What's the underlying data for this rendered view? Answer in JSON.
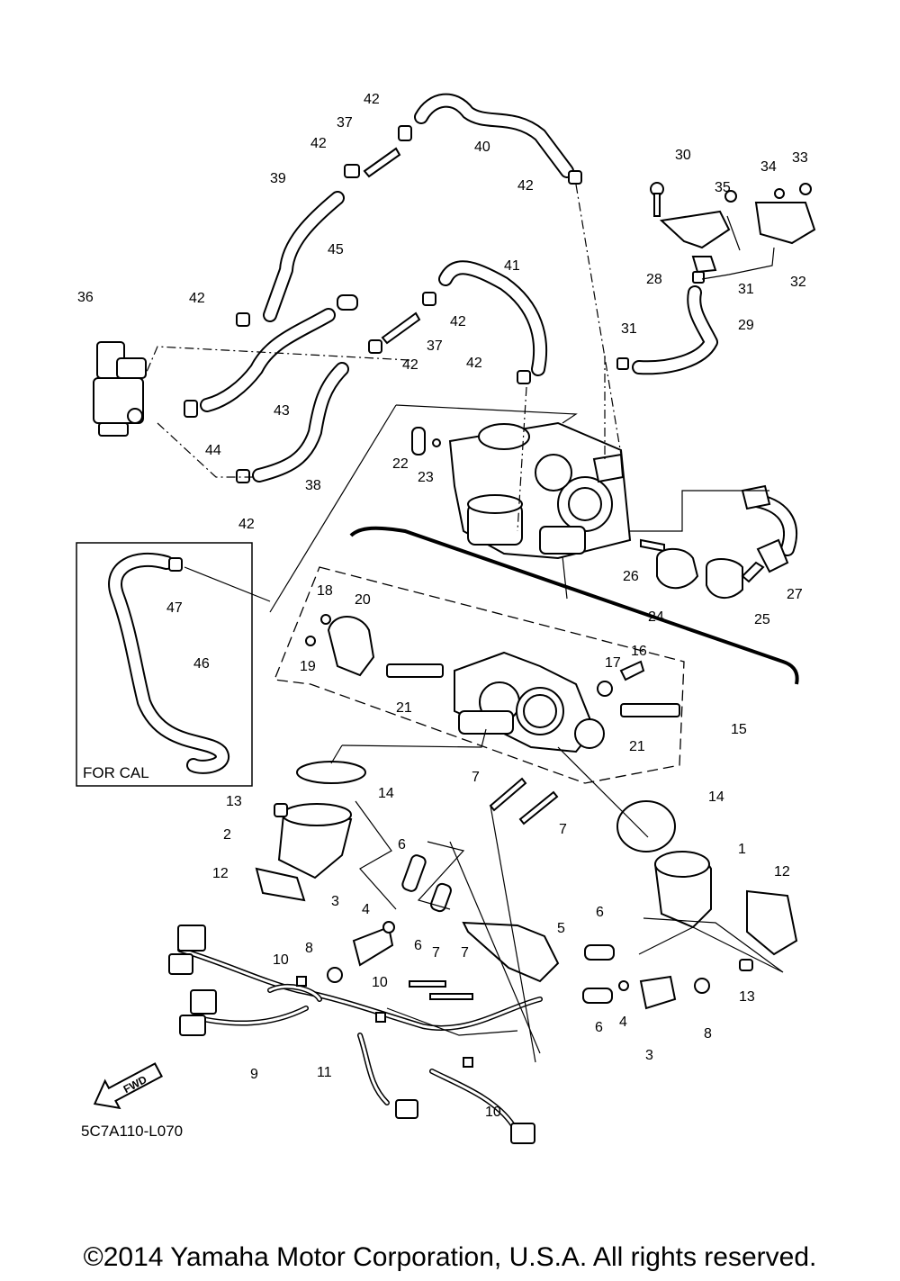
{
  "diagram": {
    "part_numbers": [
      "1",
      "2",
      "3",
      "3",
      "4",
      "4",
      "5",
      "6",
      "6",
      "6",
      "6",
      "7",
      "7",
      "7",
      "7",
      "8",
      "8",
      "9",
      "10",
      "10",
      "10",
      "11",
      "12",
      "12",
      "13",
      "13",
      "14",
      "14",
      "15",
      "16",
      "17",
      "18",
      "19",
      "20",
      "21",
      "21",
      "22",
      "23",
      "24",
      "25",
      "26",
      "27",
      "28",
      "29",
      "30",
      "31",
      "31",
      "32",
      "33",
      "34",
      "35",
      "36",
      "37",
      "37",
      "38",
      "39",
      "40",
      "41",
      "42",
      "42",
      "42",
      "42",
      "42",
      "42",
      "42",
      "42",
      "43",
      "44",
      "45",
      "46",
      "47"
    ],
    "inset_label": "FOR CAL",
    "fwd_label": "FWD",
    "drawing_code": "5C7A110-L070"
  },
  "copyright": "©2014 Yamaha Motor Corporation, U.S.A. All rights reserved."
}
